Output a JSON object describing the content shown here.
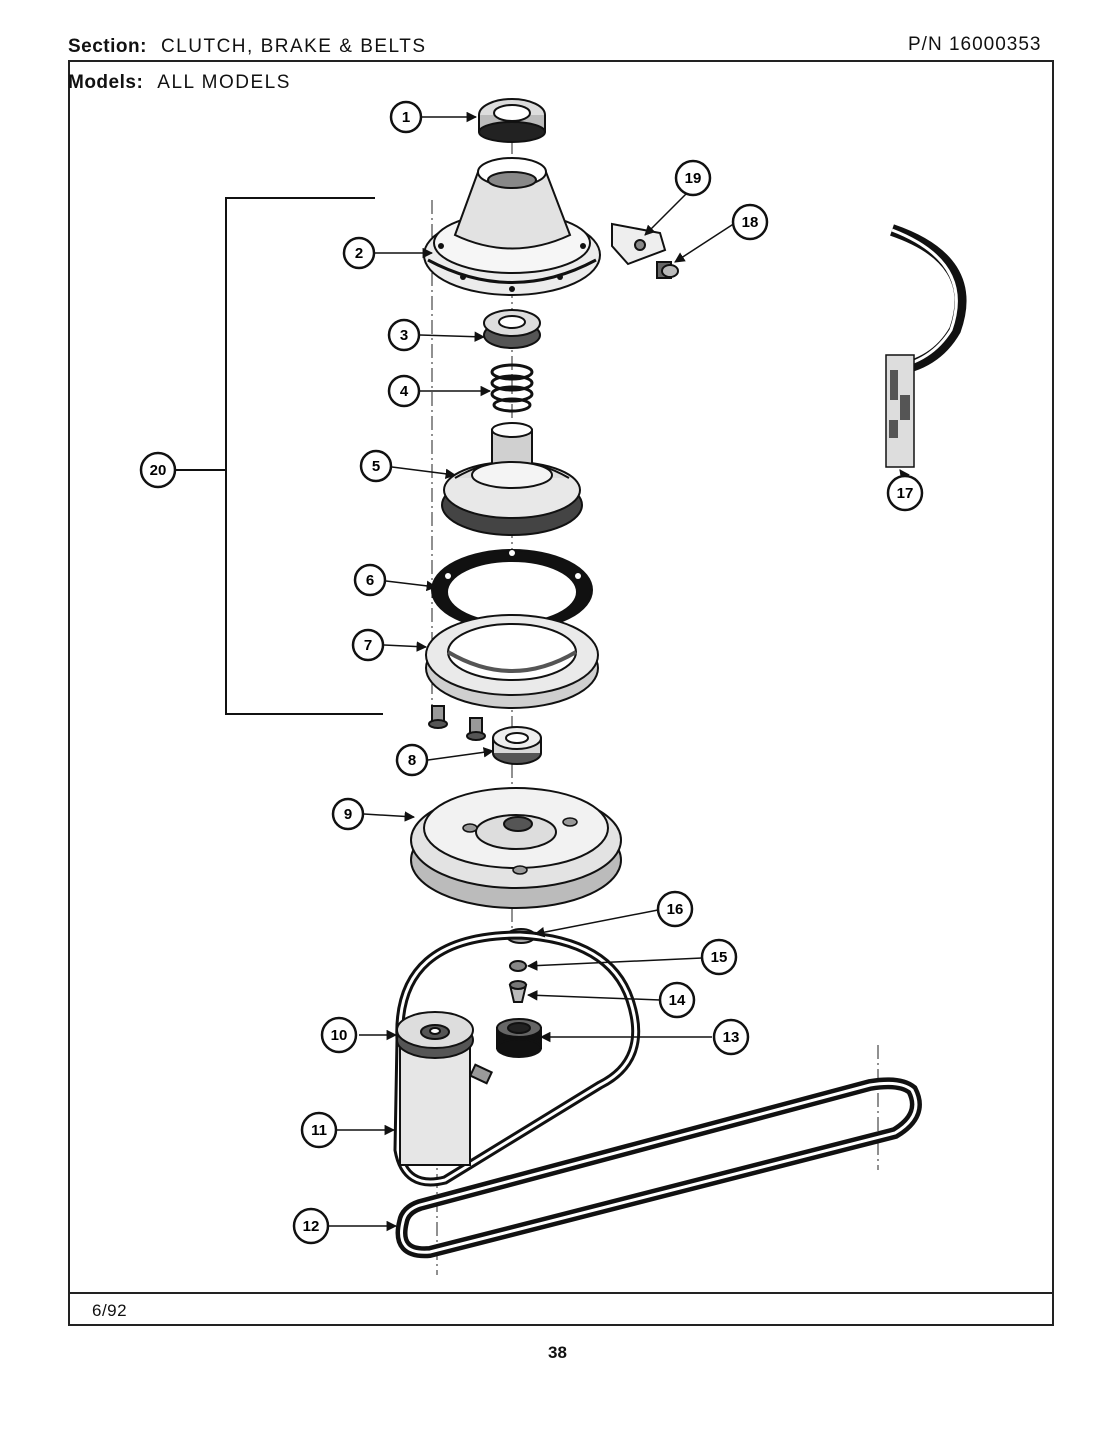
{
  "header": {
    "section_label": "Section:",
    "section_value": "CLUTCH, BRAKE & BELTS",
    "part_number": "P/N 16000353",
    "models_label": "Models:",
    "models_value": "ALL MODELS"
  },
  "footer": {
    "date": "6/92",
    "page_number": "38"
  },
  "callouts": {
    "c1": "1",
    "c2": "2",
    "c3": "3",
    "c4": "4",
    "c5": "5",
    "c6": "6",
    "c7": "7",
    "c8": "8",
    "c9": "9",
    "c10": "10",
    "c11": "11",
    "c12": "12",
    "c13": "13",
    "c14": "14",
    "c15": "15",
    "c16": "16",
    "c17": "17",
    "c18": "18",
    "c19": "19",
    "c20": "20"
  }
}
